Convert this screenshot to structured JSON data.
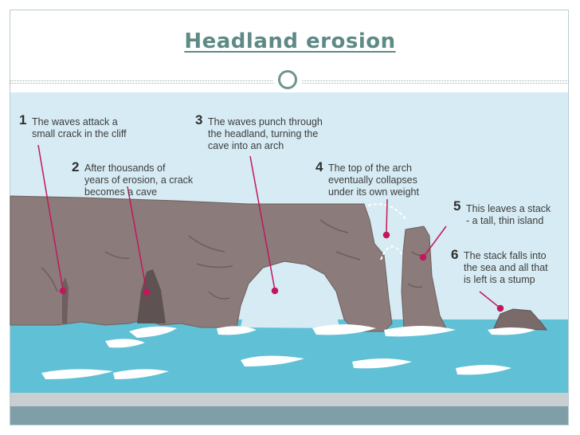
{
  "slide": {
    "title": "Headland erosion"
  },
  "diagram": {
    "annotations": [
      {
        "number": "1",
        "lines": [
          "The waves attack a",
          "small crack in the cliff"
        ]
      },
      {
        "number": "2",
        "lines": [
          "After thousands of",
          "years of erosion, a crack",
          "becomes a cave"
        ]
      },
      {
        "number": "3",
        "lines": [
          "The waves punch through",
          "the headland, turning the",
          "cave into an arch"
        ]
      },
      {
        "number": "4",
        "lines": [
          "The top of the arch",
          "eventually collapses",
          "under its own weight"
        ]
      },
      {
        "number": "5",
        "lines": [
          "This leaves a stack",
          "- a tall, thin island"
        ]
      },
      {
        "number": "6",
        "lines": [
          "The stack falls into",
          "the sea and all that",
          "is left is a stump"
        ]
      }
    ],
    "colors": {
      "sky": "#d6ebf3",
      "rock": "#8b7b7a",
      "rock_dark": "#6d5f5f",
      "sea": "#5fc0d6",
      "foam": "#ffffff",
      "pointer": "#c2185b",
      "title": "#5e8a86"
    }
  }
}
